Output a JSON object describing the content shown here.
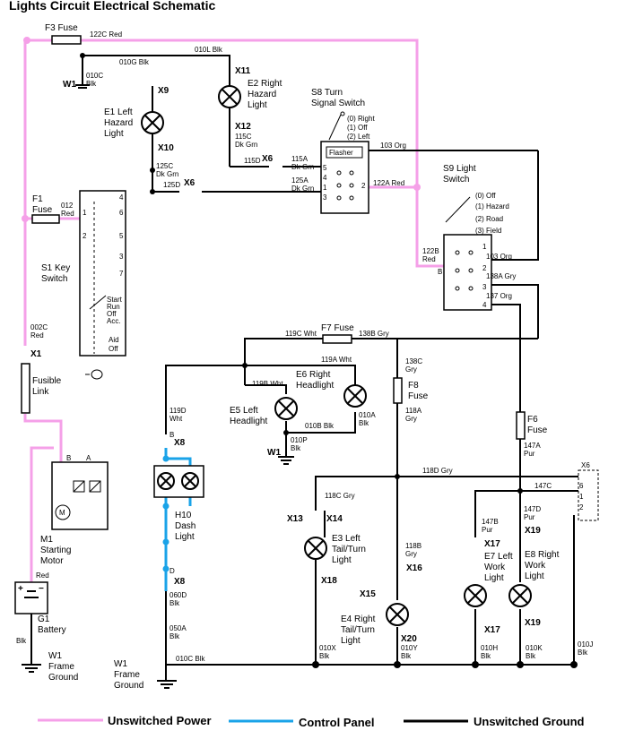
{
  "title": "Lights Circuit Electrical Schematic",
  "colors": {
    "unswitched_power": "#f5a0e8",
    "control_panel": "#1aa3e8",
    "unswitched_ground": "#000000"
  },
  "components": {
    "f3": "F3 Fuse",
    "w1_top": "W1",
    "e1": [
      "E1 Left",
      "Hazard",
      "Light"
    ],
    "e2": [
      "E2 Right",
      "Hazard",
      "Light"
    ],
    "s8": [
      "S8 Turn",
      "Signal Switch"
    ],
    "s8_pos": [
      "(0) Right",
      "(1) Off",
      "(2) Left"
    ],
    "flasher": "Flasher",
    "s9": [
      "S9 Light",
      "Switch"
    ],
    "s9_pos": [
      "(0) Off",
      "(1) Hazard",
      "(2) Road",
      "(3) Field"
    ],
    "f1": [
      "F1",
      "Fuse"
    ],
    "s1": [
      "S1 Key",
      "Switch"
    ],
    "s1_pos": [
      "Start",
      "Run",
      "Off",
      "Acc.",
      "Aid",
      "Off"
    ],
    "fusible": [
      "Fusible",
      "Link"
    ],
    "f7": "F7 Fuse",
    "f8": [
      "F8",
      "Fuse"
    ],
    "f6": [
      "F6",
      "Fuse"
    ],
    "e6": [
      "E6 Right",
      "Headlight"
    ],
    "e5": [
      "E5 Left",
      "Headlight"
    ],
    "w1_mid": "W1",
    "h10": [
      "H10",
      "Dash",
      "Light"
    ],
    "m1": [
      "M1",
      "Starting",
      "Motor"
    ],
    "m1_symbol": "M",
    "g1": [
      "G1",
      "Battery"
    ],
    "w1_bat": [
      "W1",
      "Frame",
      "Ground"
    ],
    "w1_bot": [
      "W1",
      "Frame",
      "Ground"
    ],
    "e3": [
      "E3 Left",
      "Tail/Turn",
      "Light"
    ],
    "e4": [
      "E4 Right",
      "Tail/Turn",
      "Light"
    ],
    "e7": [
      "E7 Left",
      "Work",
      "Light"
    ],
    "e8": [
      "E8 Right",
      "Work",
      "Light"
    ],
    "x6_conn": "X6"
  },
  "connectors": [
    "X9",
    "X10",
    "X11",
    "X12",
    "X6",
    "X6",
    "X1",
    "X8",
    "X8",
    "X13",
    "X14",
    "X15",
    "X16",
    "X17",
    "X17",
    "X18",
    "X19",
    "X19",
    "X20"
  ],
  "wires": {
    "w122c": "122C Red",
    "w010l": "010L Blk",
    "w010g": "010G Blk",
    "w010c": [
      "010C",
      "Blk"
    ],
    "w115c": [
      "115C",
      "Dk Grn"
    ],
    "w115d": "115D",
    "w115a": [
      "115A",
      "Dk Grn"
    ],
    "w125c": [
      "125C",
      "Dk Grn"
    ],
    "w125d": "125D",
    "w125a": [
      "125A",
      "Dk Grn"
    ],
    "w103a": "103 Org",
    "w122a": "122A Red",
    "w122b": [
      "122B",
      "Red"
    ],
    "w103b": "103 Org",
    "w138a": "138A Gry",
    "w137": "137 Org",
    "w012": [
      "012",
      "Red"
    ],
    "w002c": [
      "002C",
      "Red"
    ],
    "w119c": "119C Wht",
    "w138b": "138B Gry",
    "w138c": [
      "138C",
      "Gry"
    ],
    "w118a": [
      "118A",
      "Gry"
    ],
    "w119a": "119A Wht",
    "w119b": "119B Wht",
    "w119d": [
      "119D",
      "Wht"
    ],
    "w010b": "010B Blk",
    "w010a": [
      "010A",
      "Blk"
    ],
    "w010p": [
      "010P",
      "Blk"
    ],
    "w118d": "118D Gry",
    "w147c": "147C",
    "w147a": [
      "147A",
      "Pur"
    ],
    "w118c": "118C Gry",
    "w147b": [
      "147B",
      "Pur"
    ],
    "w147d": [
      "147D",
      "Pur"
    ],
    "w118b": [
      "118B",
      "Gry"
    ],
    "w060d": [
      "060D",
      "Blk"
    ],
    "w050a": [
      "050A",
      "Blk"
    ],
    "w010c_bot": "010C Blk",
    "w010x": [
      "010X",
      "Blk"
    ],
    "w010y": [
      "010Y",
      "Blk"
    ],
    "w010h": [
      "010H",
      "Blk"
    ],
    "w010k": [
      "010K",
      "Blk"
    ],
    "w010j": [
      "010J",
      "Blk"
    ],
    "red": "Red",
    "blk": "Blk"
  },
  "pins": {
    "s1": [
      "4",
      "6",
      "1",
      "5",
      "2",
      "3",
      "7"
    ],
    "s8": [
      "5",
      "4",
      "1",
      "3",
      "2"
    ],
    "s9": [
      "1",
      "2",
      "B",
      "3",
      "4"
    ],
    "m1": [
      "B",
      "A"
    ],
    "x8": [
      "B",
      "D"
    ],
    "x6": [
      "6",
      "1",
      "2"
    ]
  },
  "legend": {
    "power": "Unswitched Power",
    "panel": "Control Panel",
    "ground": "Unswitched Ground"
  }
}
